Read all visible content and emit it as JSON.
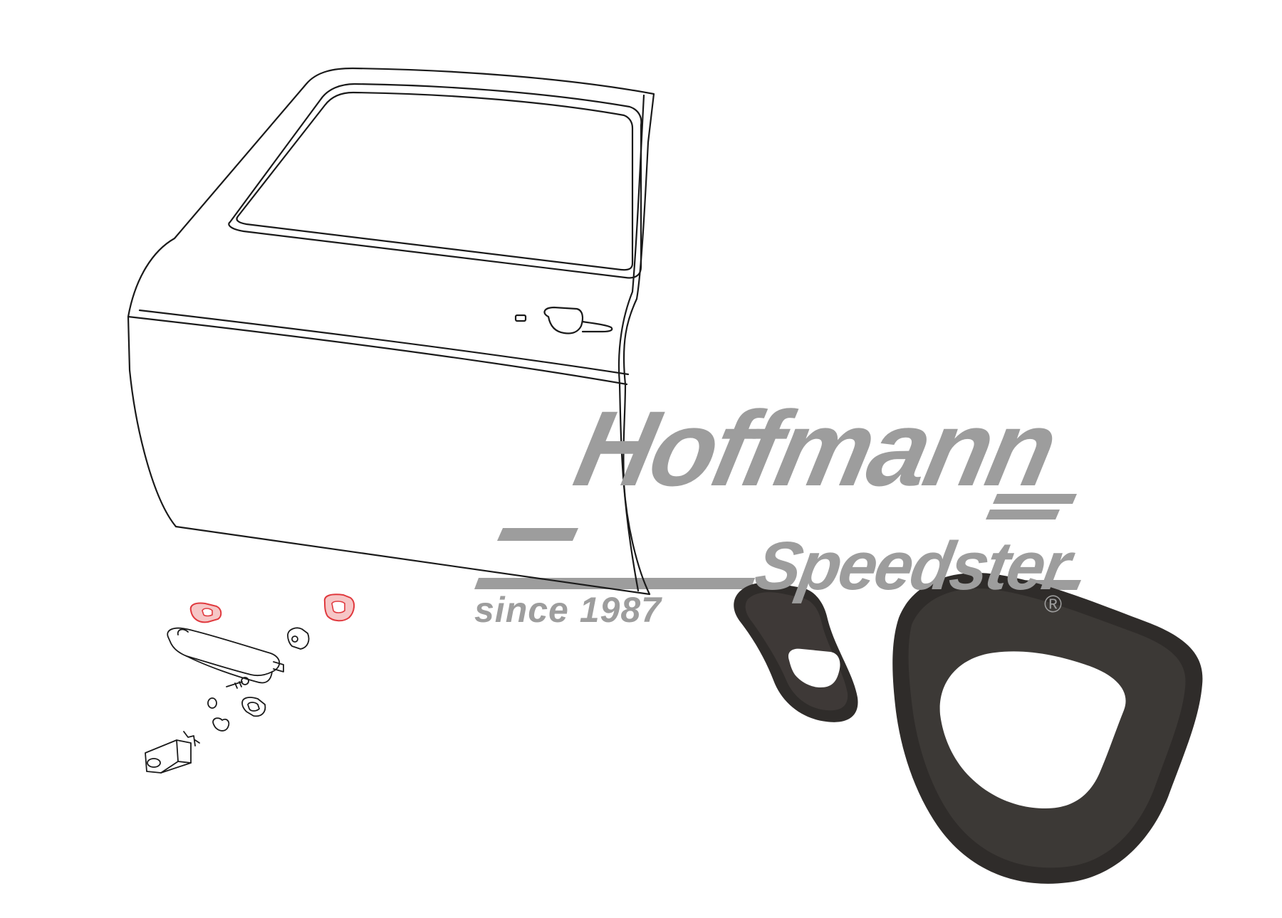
{
  "logo": {
    "brand_line1": "Hoffmann",
    "brand_line2": "Speedster",
    "since": "since 1987",
    "registered": "®"
  },
  "colors": {
    "outline": "#1a1a1a",
    "highlight": "#e0393e",
    "highlight_fill": "#f6c6c6",
    "logo_grey": "#9d9d9d",
    "rubber_dark": "#2f2c2a",
    "rubber_mid": "#4a4541"
  }
}
